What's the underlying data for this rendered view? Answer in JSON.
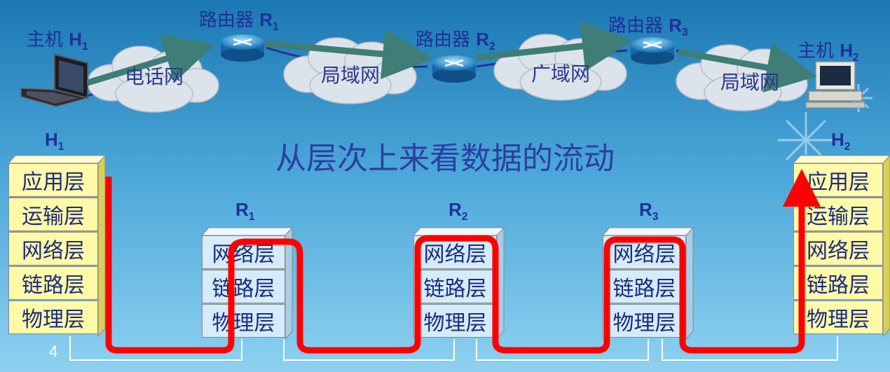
{
  "network": {
    "host1": {
      "prefix": "主机 ",
      "name": "H",
      "sub": "1"
    },
    "host2": {
      "prefix": "主机 ",
      "name": "H",
      "sub": "2"
    },
    "routers": [
      {
        "prefix": "路由器 ",
        "name": "R",
        "sub": "1"
      },
      {
        "prefix": "路由器 ",
        "name": "R",
        "sub": "2"
      },
      {
        "prefix": "路由器 ",
        "name": "R",
        "sub": "3"
      }
    ],
    "clouds": [
      "电话网",
      "局域网",
      "广域网",
      "局域网"
    ]
  },
  "title": "从层次上来看数据的流动",
  "stacks": {
    "h1": {
      "name": "H",
      "sub": "1",
      "layers": [
        "应用层",
        "运输层",
        "网络层",
        "链路层",
        "物理层"
      ]
    },
    "r1": {
      "name": "R",
      "sub": "1",
      "layers": [
        "网络层",
        "链路层",
        "物理层"
      ]
    },
    "r2": {
      "name": "R",
      "sub": "2",
      "layers": [
        "网络层",
        "链路层",
        "物理层"
      ]
    },
    "r3": {
      "name": "R",
      "sub": "3",
      "layers": [
        "网络层",
        "链路层",
        "物理层"
      ]
    },
    "h2": {
      "name": "H",
      "sub": "2",
      "layers": [
        "应用层",
        "运输层",
        "网络层",
        "链路层",
        "物理层"
      ]
    }
  },
  "page_number": "4",
  "colors": {
    "background_top": "#1e7fb6",
    "background_bottom": "#8cd0ef",
    "label": "#20309a",
    "flow_line": "#ff0000",
    "host_layer": "#fff9a8",
    "router_layer": "#d4ecfb",
    "arrow": "#3f7d77"
  },
  "icons": [
    "laptop-icon",
    "router-icon",
    "cloud-icon",
    "desktop-computer-icon",
    "snowflake-icon"
  ]
}
